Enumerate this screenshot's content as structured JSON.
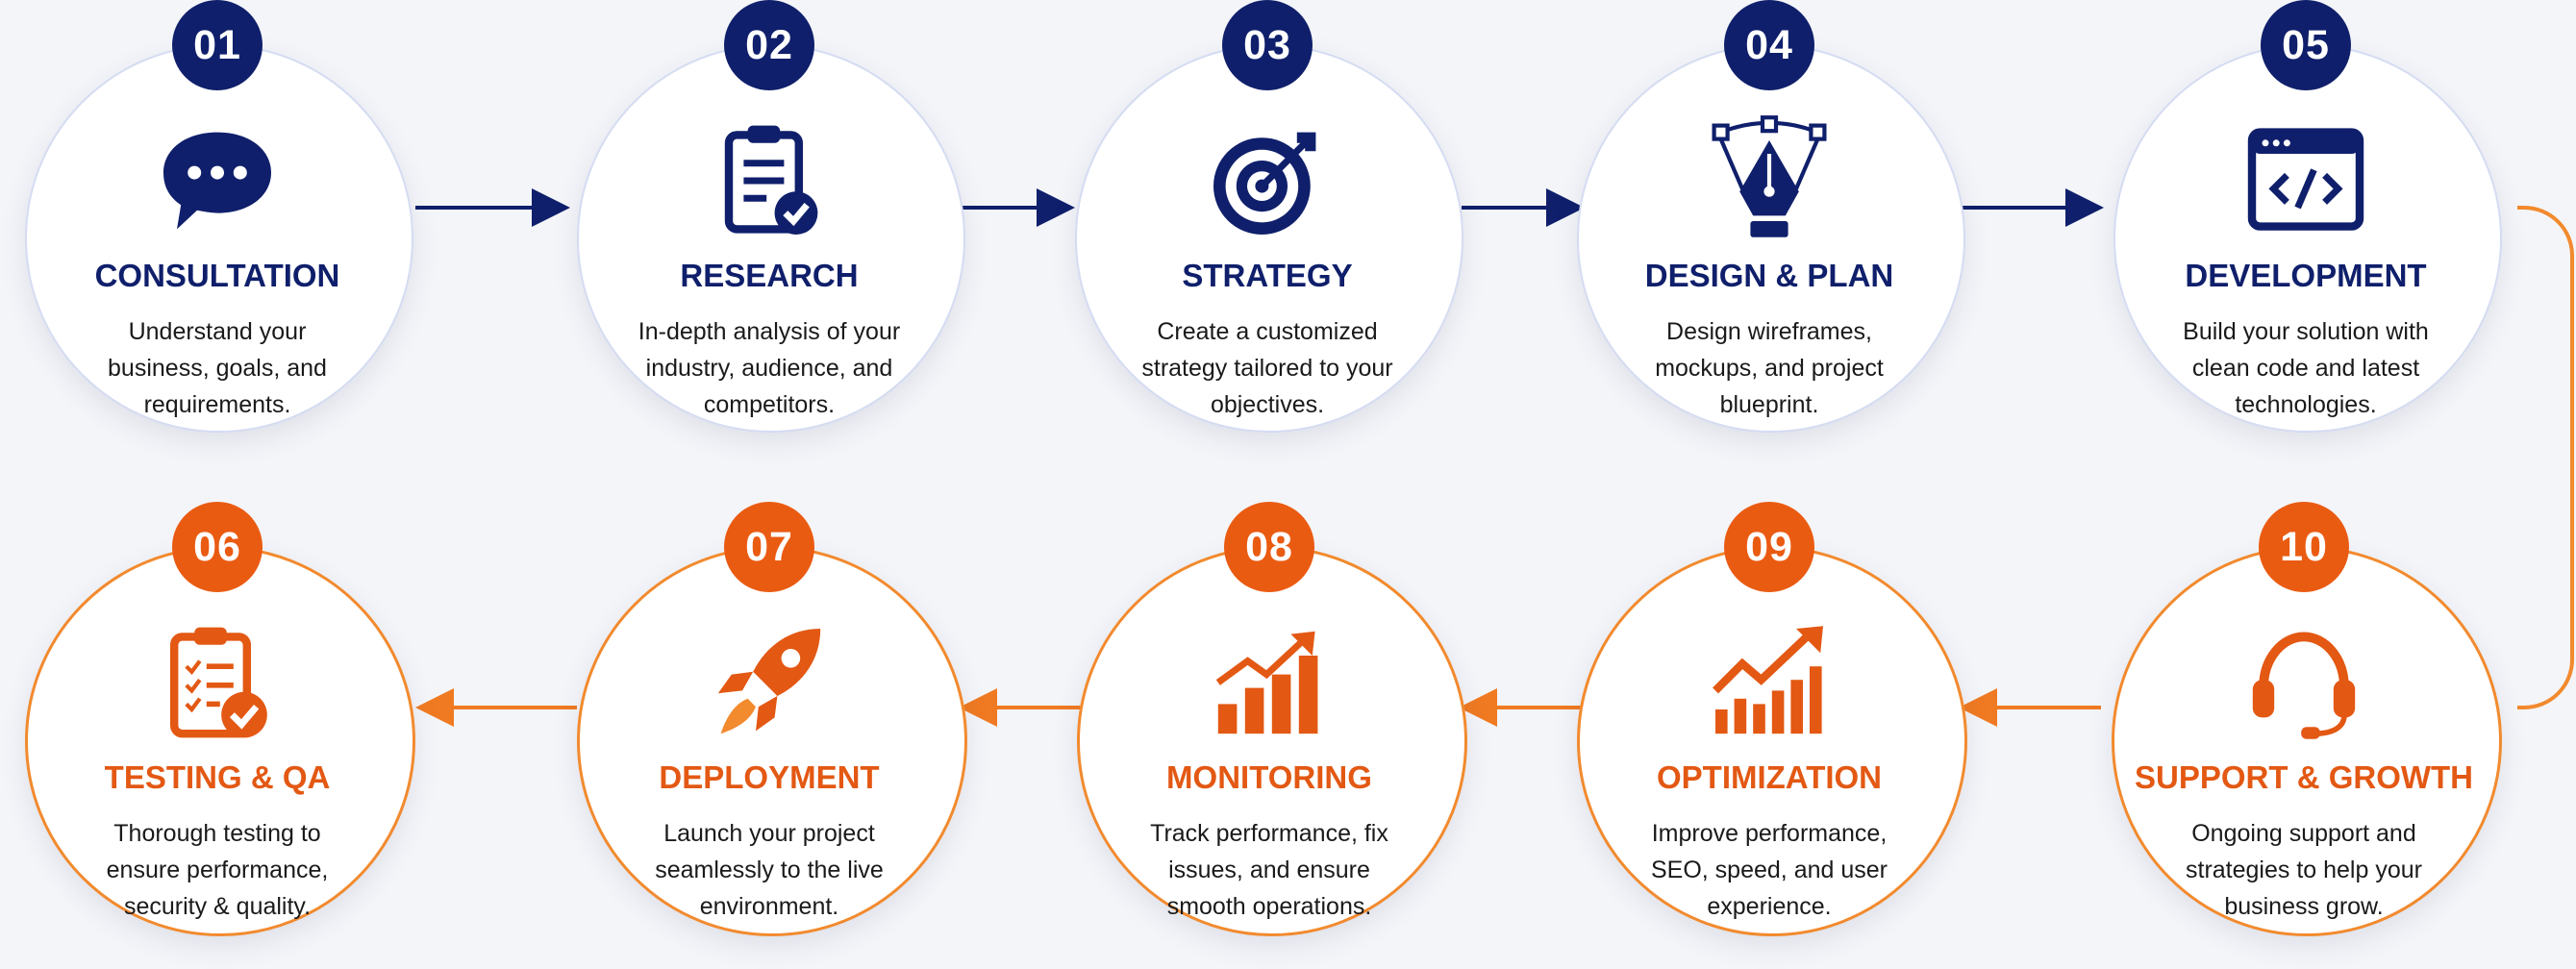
{
  "colors": {
    "blue": "#0f1f6b",
    "orange": "#ea5b12",
    "orange_light": "#f28a2e"
  },
  "steps": [
    {
      "number": "01",
      "title": "CONSULTATION",
      "description": "Understand your business, goals, and requirements.",
      "icon": "chat-bubble-icon",
      "color": "blue"
    },
    {
      "number": "02",
      "title": "RESEARCH",
      "description": "In-depth analysis of your industry, audience, and competitors.",
      "icon": "clipboard-check-icon",
      "color": "blue"
    },
    {
      "number": "03",
      "title": "STRATEGY",
      "description": "Create a customized strategy tailored to your objectives.",
      "icon": "target-icon",
      "color": "blue"
    },
    {
      "number": "04",
      "title": "DESIGN & PLAN",
      "description": "Design wireframes, mockups, and project blueprint.",
      "icon": "pen-tool-icon",
      "color": "blue"
    },
    {
      "number": "05",
      "title": "DEVELOPMENT",
      "description": "Build your solution with clean code and latest technologies.",
      "icon": "code-window-icon",
      "color": "blue"
    },
    {
      "number": "06",
      "title": "TESTING & QA",
      "description": "Thorough testing to ensure performance, security & quality.",
      "icon": "checklist-icon",
      "color": "orange"
    },
    {
      "number": "07",
      "title": "DEPLOYMENT",
      "description": "Launch your project seamlessly to the live environment.",
      "icon": "rocket-icon",
      "color": "orange"
    },
    {
      "number": "08",
      "title": "MONITORING",
      "description": "Track performance, fix issues, and ensure smooth operations.",
      "icon": "bar-chart-up-icon",
      "color": "orange"
    },
    {
      "number": "09",
      "title": "OPTIMIZATION",
      "description": "Improve performance, SEO, speed, and user experience.",
      "icon": "growth-chart-icon",
      "color": "orange"
    },
    {
      "number": "10",
      "title": "SUPPORT & GROWTH",
      "description": "Ongoing support and strategies to help your business grow.",
      "icon": "headset-icon",
      "color": "orange"
    }
  ]
}
